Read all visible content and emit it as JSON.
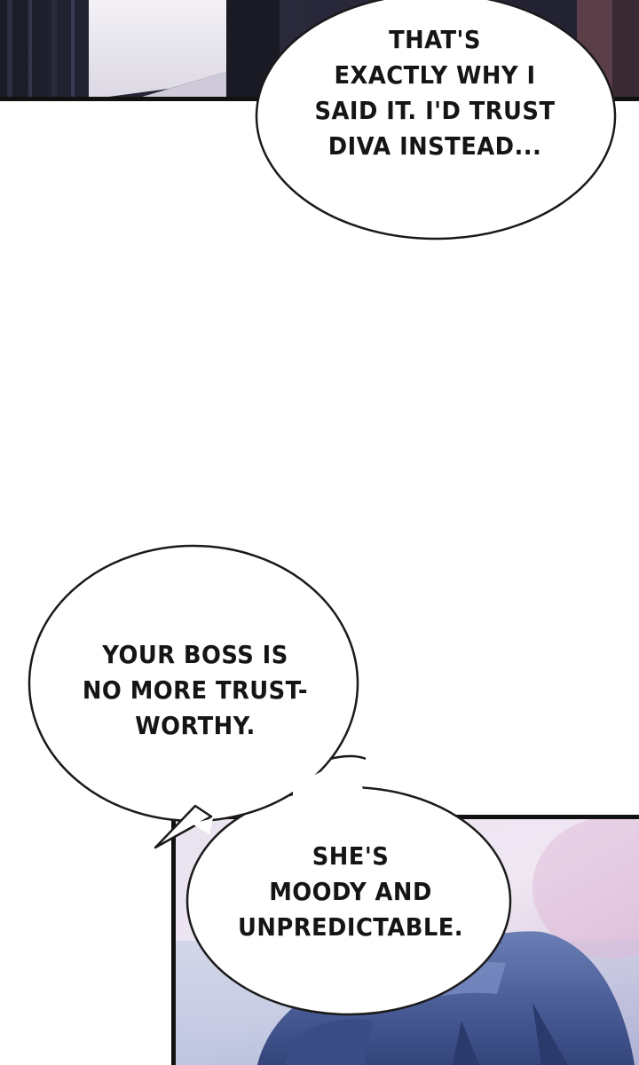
{
  "panels": [
    {
      "name": "top-panel",
      "description": "dark interior scene cropped at top"
    },
    {
      "name": "bottom-panel",
      "description": "blue-haired character scene"
    }
  ],
  "bubbles": {
    "top": {
      "lines": [
        "THAT'S",
        "EXACTLY WHY I",
        "SAID IT. I'D TRUST",
        "DIVA INSTEAD..."
      ]
    },
    "middle": {
      "lines": [
        "YOUR BOSS IS",
        "NO MORE TRUST-",
        "WORTHY."
      ]
    },
    "bottom": {
      "lines": [
        "SHE'S",
        "MOODY AND",
        "UNPREDICTABLE."
      ]
    }
  },
  "colors": {
    "panel_border": "#111111",
    "bubble_fill": "#ffffff",
    "bubble_outline": "#1a1a1a",
    "top_panel_dark": "#1e1d2a",
    "bottom_panel_light": "#f0e9f4",
    "hair_blue": "#4a5f9a"
  }
}
